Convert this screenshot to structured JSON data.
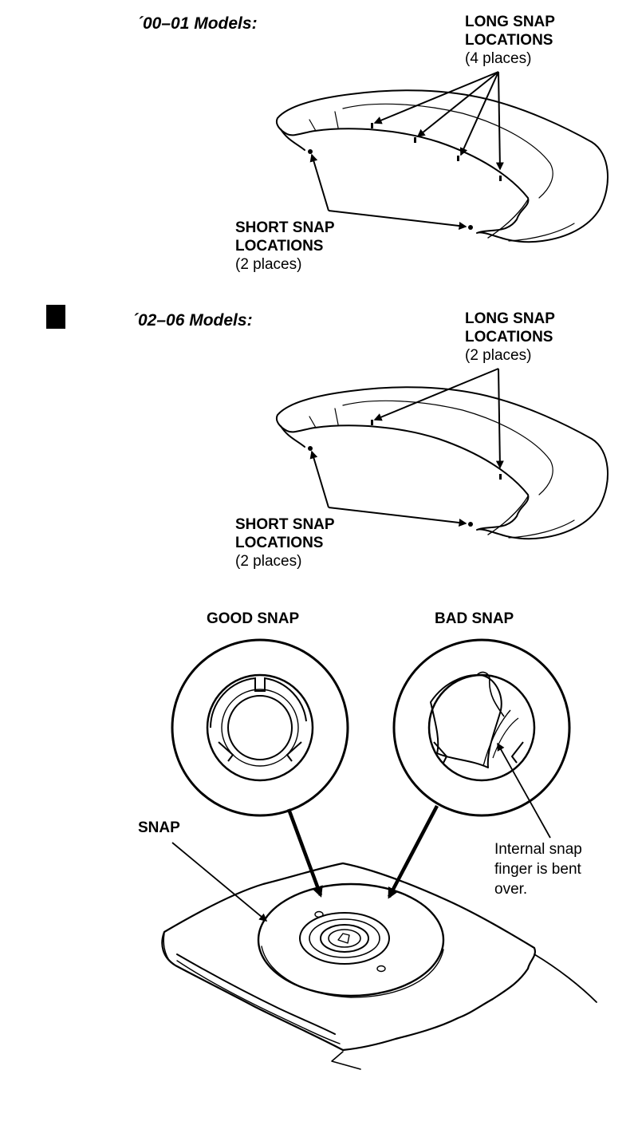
{
  "section1": {
    "title": "´00–01 Models:",
    "long": {
      "line1": "LONG SNAP",
      "line2": "LOCATIONS",
      "count": "(4 places)"
    },
    "short": {
      "line1": "SHORT SNAP",
      "line2": "LOCATIONS",
      "count": "(2 places)"
    }
  },
  "section2": {
    "title": "´02–06 Models:",
    "long": {
      "line1": "LONG SNAP",
      "line2": "LOCATIONS",
      "count": "(2 places)"
    },
    "short": {
      "line1": "SHORT SNAP",
      "line2": "LOCATIONS",
      "count": "(2 places)"
    }
  },
  "detail": {
    "good_label": "GOOD SNAP",
    "bad_label": "BAD SNAP",
    "snap_label": "SNAP",
    "note": {
      "line1": "Internal snap",
      "line2": "finger is bent",
      "line3": "over."
    }
  }
}
